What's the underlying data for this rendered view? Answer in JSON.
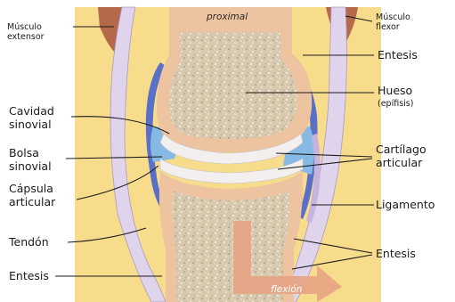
{
  "labels": {
    "proximal": "proximal",
    "flexion": "flexión",
    "musculo_extensor": [
      "Músculo",
      "extensor"
    ],
    "musculo_flexor": [
      "Músculo",
      "flexor"
    ],
    "entesis_top": "Entesis",
    "hueso": "Hueso",
    "hueso_sub": "(epífisis)",
    "cavidad_sinovial": [
      "Cavidad",
      "sinovial"
    ],
    "bolsa_sinovial": [
      "Bolsa",
      "sinovial"
    ],
    "capsula_articular": [
      "Cápsula",
      "articular"
    ],
    "cartilago_articular": [
      "Cartílago",
      "articular"
    ],
    "ligamento": "Ligamento",
    "tendon": "Tendón",
    "entesis_right": "Entesis",
    "entesis_left": "Entesis"
  },
  "colors": {
    "fat": "#f7dc8c",
    "muscle": "#b5694a",
    "tendon": "#dfd4ec",
    "capsule": "#5a6fc8",
    "synovial": "#86b9e4",
    "bone_cortex": "#edc3a0",
    "bone_cancellous": "#d9c9b0",
    "cartilage": "#f2efee",
    "flexion_arrow": "#e7a383"
  }
}
